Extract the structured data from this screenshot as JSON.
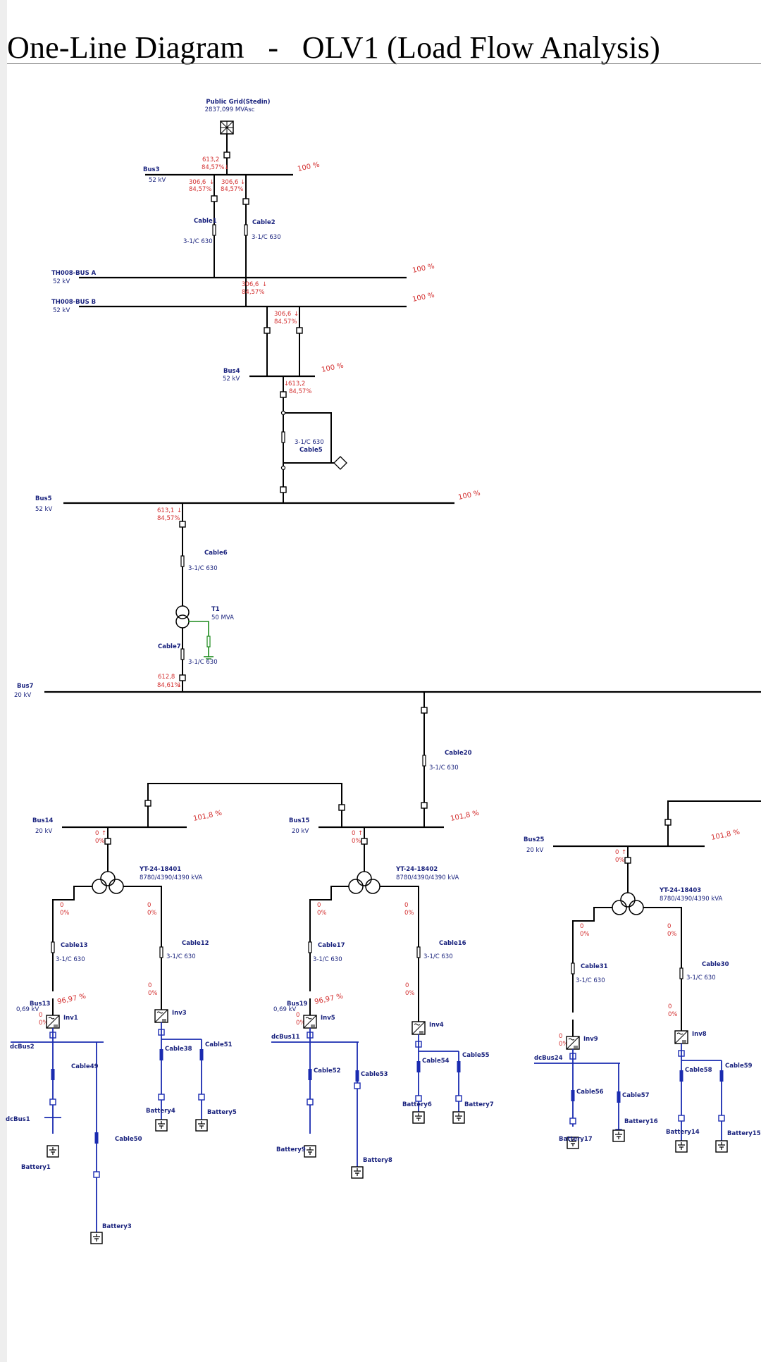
{
  "title": "One-Line Diagram   -   OLV1 (Load Flow Analysis)",
  "grid": {
    "name": "Public Grid(Stedin)",
    "rating": "2837,099 MVAsc"
  },
  "feed": {
    "flow": "613,2",
    "pf": "84,57%"
  },
  "bus3": {
    "name": "Bus3",
    "kv": "52 kV",
    "pct": "100 %",
    "f1": "306,6",
    "p1": "84,57%",
    "f2": "306,6",
    "p2": "84,57%"
  },
  "cable1": {
    "name": "Cable1",
    "spec": "3-1/C 630"
  },
  "cable2": {
    "name": "Cable2",
    "spec": "3-1/C 630"
  },
  "th_a": {
    "name": "TH008-BUS A",
    "kv": "52 kV",
    "pct": "100 %",
    "flow": "306,6",
    "pf": "84,57%"
  },
  "th_b": {
    "name": "TH008-BUS B",
    "kv": "52 kV",
    "pct": "100 %",
    "flow": "306,6",
    "pf": "84,57%"
  },
  "bus4": {
    "name": "Bus4",
    "kv": "52 kV",
    "pct": "100 %",
    "flow": "613,2",
    "pf": "84,57%"
  },
  "cable5": {
    "name": "Cable5",
    "spec": "3-1/C 630"
  },
  "bus5": {
    "name": "Bus5",
    "kv": "52 kV",
    "pct": "100 %",
    "flow": "613,1",
    "pf": "84,57%"
  },
  "cable6": {
    "name": "Cable6",
    "spec": "3-1/C 630"
  },
  "t1": {
    "name": "T1",
    "rating": "50 MVA"
  },
  "cable7": {
    "name": "Cable7",
    "spec": "3-1/C 630",
    "flow": "612,8",
    "pf": "84,61%"
  },
  "bus7": {
    "name": "Bus7",
    "kv": "20 kV"
  },
  "cable20": {
    "name": "Cable20",
    "spec": "3-1/C 630"
  },
  "zero": "0",
  "zeropct": "0%",
  "sections": [
    {
      "bus": "Bus14",
      "kv": "20 kV",
      "pct": "101,8 %",
      "tr": "YT-24-18401",
      "trRating": "8780/4390/4390 kVA",
      "cL": "Cable13",
      "cLspec": "3-1/C 630",
      "cR": "Cable12",
      "cRspec": "3-1/C 630",
      "lvBus": "Bus13",
      "lvKv": "0,69 kV",
      "lvPct": "96,97 %",
      "invL": "Inv1",
      "invR": "Inv3",
      "dcA": "dcBus2",
      "dcB": "dcBus1",
      "cbA": "Cable49",
      "cbB": "Cable50",
      "cbC": "Cable38",
      "cbD": "Cable51",
      "btA": "Battery1",
      "btB": "Battery3",
      "btC": "Battery4",
      "btD": "Battery5"
    },
    {
      "bus": "Bus15",
      "kv": "20 kV",
      "pct": "101,8 %",
      "tr": "YT-24-18402",
      "trRating": "8780/4390/4390 kVA",
      "cL": "Cable17",
      "cLspec": "3-1/C 630",
      "cR": "Cable16",
      "cRspec": "3-1/C 630",
      "lvBus": "Bus19",
      "lvKv": "0,69 kV",
      "lvPct": "96,97 %",
      "invL": "Inv5",
      "invR": "Inv4",
      "dcA": "dcBus11",
      "cbA": "Cable52",
      "cbB": "Cable53",
      "cbC": "Cable54",
      "cbD": "Cable55",
      "btA": "Battery9",
      "btB": "Battery8",
      "btC": "Battery6",
      "btD": "Battery7"
    },
    {
      "bus": "Bus25",
      "kv": "20 kV",
      "pct": "101,8 %",
      "tr": "YT-24-18403",
      "trRating": "8780/4390/4390 kVA",
      "cL": "Cable31",
      "cLspec": "3-1/C 630",
      "cR": "Cable30",
      "cRspec": "3-1/C 630",
      "invL": "Inv9",
      "invR": "Inv8",
      "dcA": "dcBus24",
      "cbA": "Cable56",
      "cbB": "Cable57",
      "cbC": "Cable58",
      "cbD": "Cable59",
      "btA": "Battery17",
      "btB": "Battery16",
      "btC": "Battery14",
      "btD": "Battery15"
    }
  ]
}
